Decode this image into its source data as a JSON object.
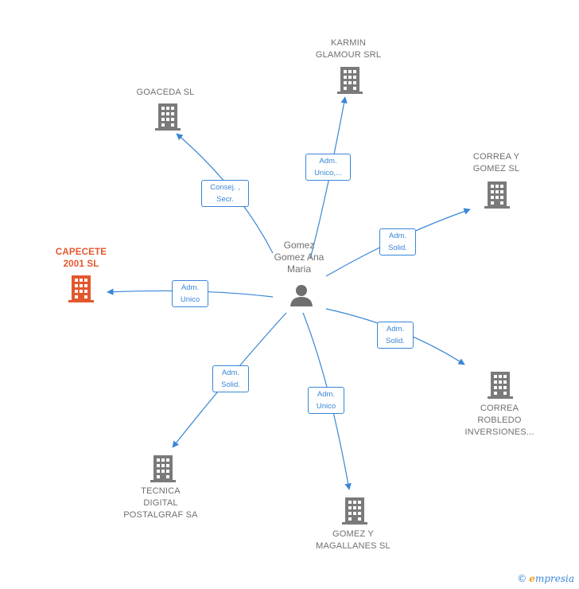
{
  "colors": {
    "edge": "#3a86d6",
    "building": "#7a7a7a",
    "focus_building": "#e4572e",
    "person": "#6f6f6f"
  },
  "center": {
    "label": "Gomez\nGomez Ana\nMaria",
    "icon": "person-icon"
  },
  "companies": [
    {
      "id": "karmin",
      "label": "KARMIN\nGLAMOUR SRL",
      "icon": "building-icon",
      "focus": false
    },
    {
      "id": "goaceda",
      "label": "GOACEDA  SL",
      "icon": "building-icon",
      "focus": false
    },
    {
      "id": "correa-gomez",
      "label": "CORREA Y\nGOMEZ  SL",
      "icon": "building-icon",
      "focus": false
    },
    {
      "id": "capecete",
      "label": "CAPECETE\n2001  SL",
      "icon": "building-icon",
      "focus": true
    },
    {
      "id": "correa-robledo",
      "label": "CORREA\nROBLEDO\nINVERSIONES...",
      "icon": "building-icon",
      "focus": false
    },
    {
      "id": "tecnica",
      "label": "TECNICA\nDIGITAL\nPOSTALGRAF SA",
      "icon": "building-icon",
      "focus": false
    },
    {
      "id": "gomez-magallanes",
      "label": "GOMEZ Y\nMAGALLANES SL",
      "icon": "building-icon",
      "focus": false
    }
  ],
  "edges": [
    {
      "to": "karmin",
      "label": "Adm.\nUnico,..."
    },
    {
      "to": "goaceda",
      "label": "Consej. ,\nSecr."
    },
    {
      "to": "correa-gomez",
      "label": "Adm.\nSolid."
    },
    {
      "to": "capecete",
      "label": "Adm.\nUnico"
    },
    {
      "to": "correa-robledo",
      "label": "Adm.\nSolid."
    },
    {
      "to": "tecnica",
      "label": "Adm.\nSolid."
    },
    {
      "to": "gomez-magallanes",
      "label": "Adm.\nUnico"
    }
  ],
  "footer": {
    "copyright": "©",
    "brand_initial": "e",
    "brand_rest": "mpresia"
  }
}
